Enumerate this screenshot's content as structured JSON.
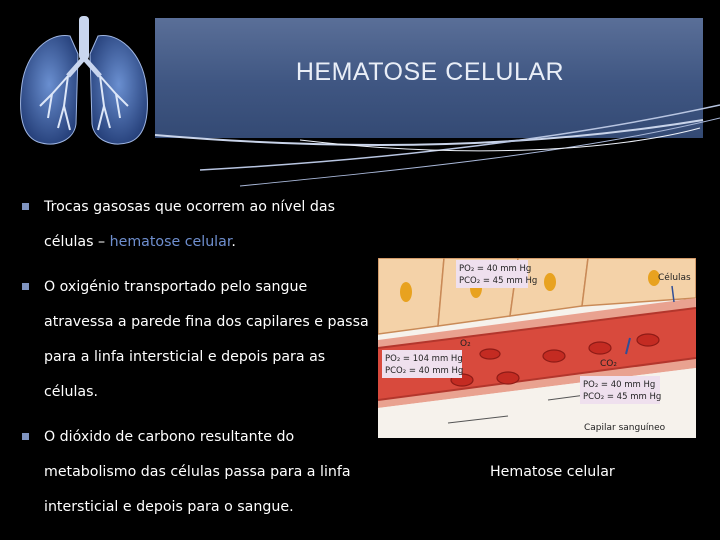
{
  "slide": {
    "title": "HEMATOSE CELULAR",
    "bullets": [
      {
        "text_before": "Trocas gasosas que ocorrem ao nível das células – ",
        "highlight": "hematose celular",
        "text_after": "."
      },
      {
        "text_before": "O oxigénio transportado pelo sangue atravessa a parede fina dos capilares e passa para a linfa intersticial e depois para as células.",
        "highlight": "",
        "text_after": ""
      },
      {
        "text_before": "O dióxido de carbono resultante do metabolismo das células passa para a linfa intersticial e depois para o sangue.",
        "highlight": "",
        "text_after": ""
      }
    ],
    "caption": "Hematose celular"
  },
  "figure": {
    "label_top_po2": "PO₂ = 40 mm Hg",
    "label_top_pco2": "PCO₂ = 45 mm Hg",
    "label_cells": "Células",
    "label_left_po2": "PO₂ = 104 mm Hg",
    "label_left_pco2": "PCO₂ = 40 mm Hg",
    "label_o2": "O₂",
    "label_co2": "CO₂",
    "label_right_po2": "PO₂ = 40 mm Hg",
    "label_right_pco2": "PCO₂ = 45 mm Hg",
    "label_capillary": "Capilar sanguíneo"
  },
  "colors": {
    "title_panel": "#3f5682",
    "highlight": "#6f8fcf",
    "vessel": "#d84a3d",
    "cell_fill": "#f4d2a8",
    "nucleus": "#e8a21f"
  },
  "icons": {
    "logo": "lungs-icon",
    "bullet": "square-bullet-icon"
  }
}
